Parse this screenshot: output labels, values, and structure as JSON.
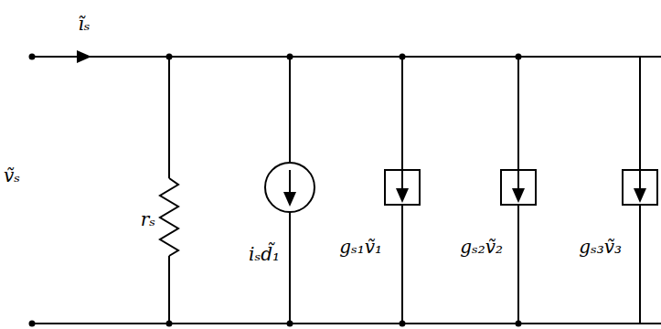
{
  "diagram": {
    "labels": [
      "ĩₛ",
      "ṽₛ",
      "rₛ",
      "iₛd̃₁",
      "gₛ₁ṽ₁",
      "gₛ₂ṽ₂",
      "gₛ₃ṽ₃"
    ]
  }
}
